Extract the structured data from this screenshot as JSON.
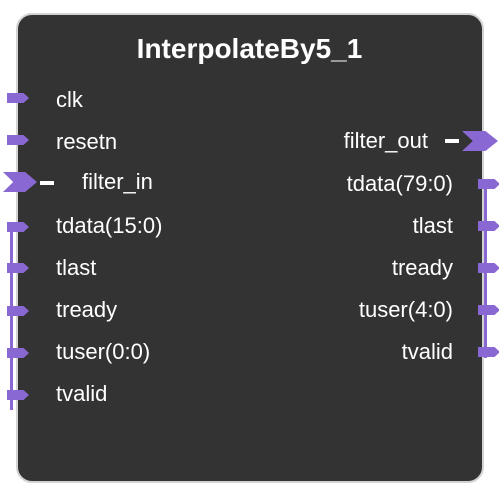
{
  "block": {
    "title": "InterpolateBy5_1",
    "left_ports": [
      "clk",
      "resetn",
      "filter_in",
      "tdata(15:0)",
      "tlast",
      "tready",
      "tuser(0:0)",
      "tvalid"
    ],
    "right_ports": [
      "filter_out",
      "tdata(79:0)",
      "tlast",
      "tready",
      "tuser(4:0)",
      "tvalid"
    ]
  },
  "colors": {
    "block_fill": "#333333",
    "block_border": "#d2d2d2",
    "pin": "#8a68d4",
    "text": "#ffffff"
  },
  "icons": {
    "input_bus": "bus-interface-chevron-icon",
    "output_bus": "bus-interface-chevron-icon",
    "pin": "port-pin-icon"
  }
}
